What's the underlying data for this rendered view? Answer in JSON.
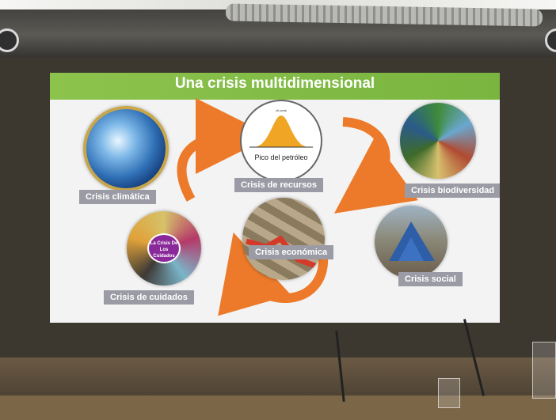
{
  "slide": {
    "title": "Una crisis multidimensional",
    "peak_chart": {
      "small_text": "oil peak",
      "label": "Pico del petróleo"
    },
    "nodes": [
      {
        "id": "climate",
        "label": "Crisis climática",
        "icon": "earth-globe"
      },
      {
        "id": "resources",
        "label": "Crisis de recursos",
        "icon": "oil-peak-curve"
      },
      {
        "id": "biodiversity",
        "label": "Crisis biodiversidad",
        "icon": "biodiversity-collage"
      },
      {
        "id": "economic",
        "label": "Crisis económica",
        "icon": "money-arrow-down"
      },
      {
        "id": "social",
        "label": "Crisis social",
        "icon": "tent-people"
      },
      {
        "id": "care",
        "label": "Crisis de cuidados",
        "icon": "care-collage"
      }
    ],
    "care_badge_text": "La Crisis De Los Cuidados",
    "colors": {
      "title_bar": "#8cc34d",
      "label_bg": "#9b9ba5",
      "arrow": "#ec7a2a"
    }
  }
}
